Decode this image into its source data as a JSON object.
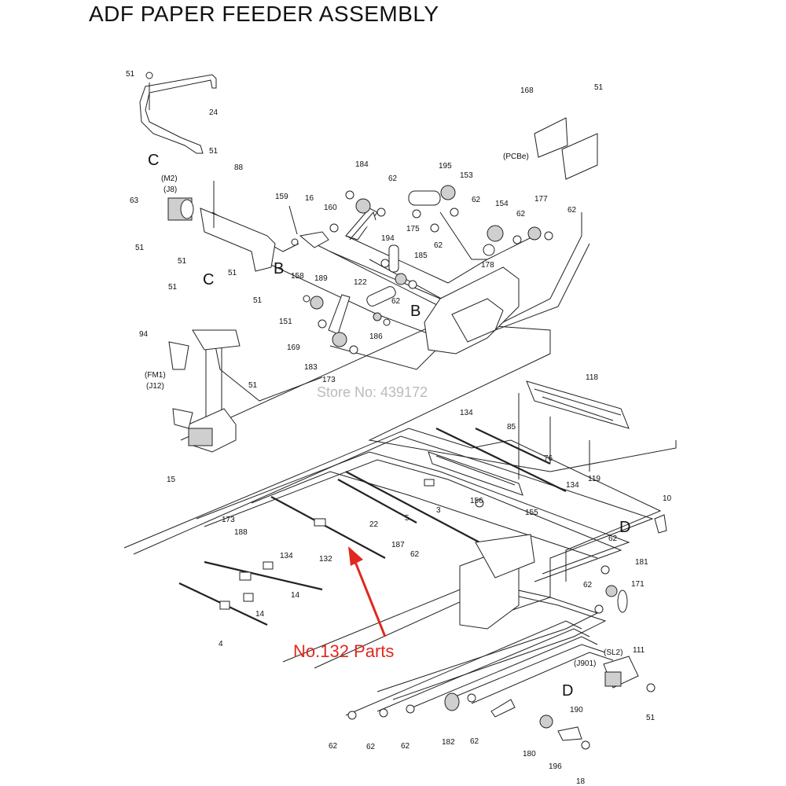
{
  "title": "ADF PAPER FEEDER ASSEMBLY",
  "annotation": "No.132 Parts",
  "watermark": "Store No: 439172",
  "colors": {
    "annotation": "#e0281e",
    "line": "#222222",
    "watermark": "#bbbbbb"
  },
  "letters": [
    "C",
    "B",
    "C",
    "B",
    "D",
    "D"
  ],
  "labels": [
    "51",
    "24",
    "51",
    "88",
    "63",
    "51",
    "51",
    "159",
    "16",
    "160",
    "184",
    "62",
    "195",
    "153",
    "62",
    "168",
    "51",
    "177",
    "62",
    "154",
    "62",
    "175",
    "62",
    "194",
    "185",
    "158",
    "189",
    "178",
    "122",
    "62",
    "151",
    "186",
    "169",
    "183",
    "173",
    "51",
    "51",
    "51",
    "94",
    "51",
    "15",
    "118",
    "134",
    "85",
    "76",
    "119",
    "134",
    "156",
    "155",
    "3",
    "5",
    "22",
    "173",
    "188",
    "134",
    "132",
    "187",
    "62",
    "10",
    "62",
    "181",
    "62",
    "171",
    "14",
    "14",
    "4",
    "111",
    "51",
    "190",
    "180",
    "196",
    "18",
    "182",
    "62",
    "62",
    "62",
    "62"
  ],
  "small_labels": [
    "(M2)",
    "(J8)",
    "(PCBe)",
    "(FM1)",
    "(J12)",
    "(J901)",
    "(SL2)"
  ]
}
